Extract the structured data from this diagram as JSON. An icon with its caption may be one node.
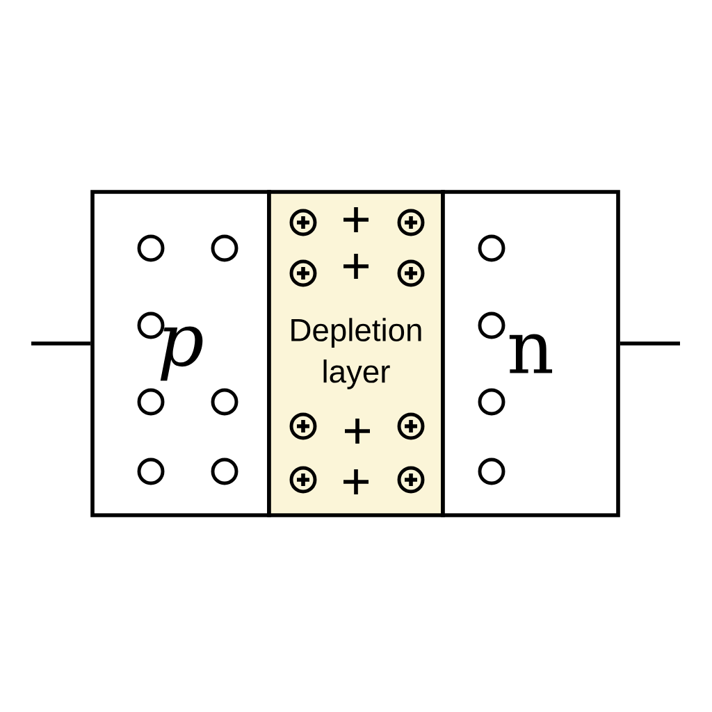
{
  "diagram": {
    "nodes": [
      {
        "text": [
          "p"
        ]
      },
      {
        "text": [
          "Depletion layer"
        ]
      },
      {
        "text": [
          "n"
        ]
      }
    ],
    "edges": [
      {
        "from": null,
        "to": 0,
        "arrow": "none"
      },
      {
        "from": 2,
        "to": null,
        "arrow": "none"
      }
    ]
  }
}
